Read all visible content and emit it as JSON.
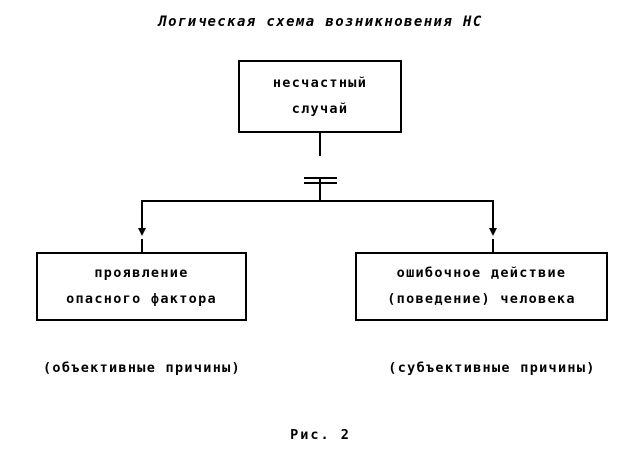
{
  "figure": {
    "title": "Логическая схема возникновения НС",
    "caption": "Рис. 2",
    "background_color": "#ffffff",
    "line_color": "#000000",
    "text_color": "#000000"
  },
  "nodes": [
    {
      "id": "accident",
      "lines": [
        "несчастный",
        "случай"
      ],
      "role": "root"
    },
    {
      "id": "hazard",
      "lines": [
        "проявление",
        "опасного фактора"
      ],
      "role": "branch-left"
    },
    {
      "id": "error",
      "lines": [
        "ошибочное действие",
        "(поведение) человека"
      ],
      "role": "branch-right"
    }
  ],
  "captions": {
    "left": "(объективные причины)",
    "right": "(субъективные причины)"
  },
  "connectors": {
    "break_marker": "double-bar",
    "arrow_left": "down-arrow",
    "arrow_right": "down-arrow"
  }
}
